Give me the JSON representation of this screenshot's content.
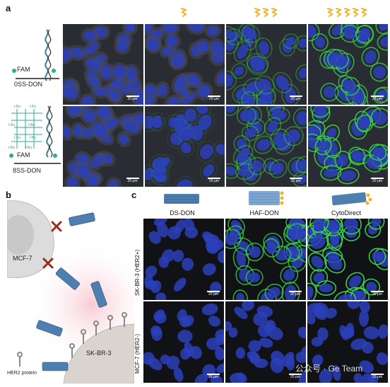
{
  "panel_a": {
    "letter": "a",
    "row1_label": "0SS-DON",
    "row2_label": "8SS-DON",
    "fam_label": "FAM",
    "mod_labels": [
      "t-Bu",
      "t-Bu",
      "t-Bu",
      "t-Bu",
      "t-Bu",
      "t-Bu",
      "t-Bu",
      "t-Bu"
    ],
    "scalebar": "20 μm",
    "column_glyph_counts": [
      0,
      1,
      3,
      5
    ],
    "green_membrane_level": [
      [
        0,
        0,
        0.4,
        0.8
      ],
      [
        0,
        0.1,
        0.5,
        0.9
      ]
    ]
  },
  "panel_b": {
    "letter": "b",
    "cell1": "MCF-7",
    "cell2": "SK-BR-3",
    "receptor_label": "HER2 protein"
  },
  "panel_c": {
    "letter": "c",
    "columns": [
      "DS-DON",
      "HAF-DON",
      "CytoDirect"
    ],
    "rows": [
      "SK-BR-3 (HER2+)",
      "MCF-7 (HER2-)"
    ],
    "scalebar": "20 μm",
    "green_membrane_level": [
      [
        0,
        0.8,
        1.0
      ],
      [
        0,
        0,
        0
      ]
    ]
  },
  "watermark": "公众号 · Ge Team",
  "colors": {
    "nucleus": "#2b3fb8",
    "membrane": "#35d24a",
    "pellet": "#f2b324",
    "dna": "#3d7f8f",
    "fam": "#2fae8a"
  }
}
